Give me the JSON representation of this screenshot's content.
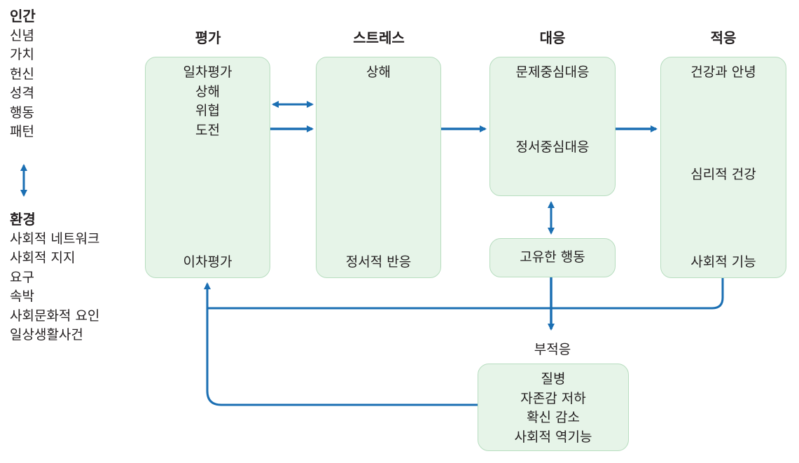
{
  "sidebar": {
    "person_heading": "인간",
    "person_items": [
      "신념",
      "가치",
      "헌신",
      "성격",
      "행동",
      "패턴"
    ],
    "environment_heading": "환경",
    "environment_items": [
      "사회적 네트워크",
      "사회적 지지",
      "요구",
      "속박",
      "사회문화적 요인",
      "일상생활사건"
    ]
  },
  "columns": {
    "appraisal": "평가",
    "stress": "스트레스",
    "coping": "대응",
    "adaptation": "적응"
  },
  "appraisal_box": {
    "primary": [
      "일차평가",
      "상해",
      "위협",
      "도전"
    ],
    "secondary": "이차평가"
  },
  "stress_box": {
    "top": "상해",
    "bottom": "정서적 반응"
  },
  "coping_box": {
    "problem_focused": "문제중심대응",
    "emotion_focused": "정서중심대응"
  },
  "inherent_behavior": "고유한 행동",
  "adaptation_box": {
    "top": "건강과 안녕",
    "middle": "심리적 건강",
    "bottom": "사회적 기능"
  },
  "maladaptation_label": "부적응",
  "maladaptation_box": [
    "질병",
    "자존감 저하",
    "확신 감소",
    "사회적 역기능"
  ],
  "colors": {
    "arrow": "#1b6fb3",
    "box_fill": "#e6f4e8",
    "box_border": "#b7ddbf"
  }
}
